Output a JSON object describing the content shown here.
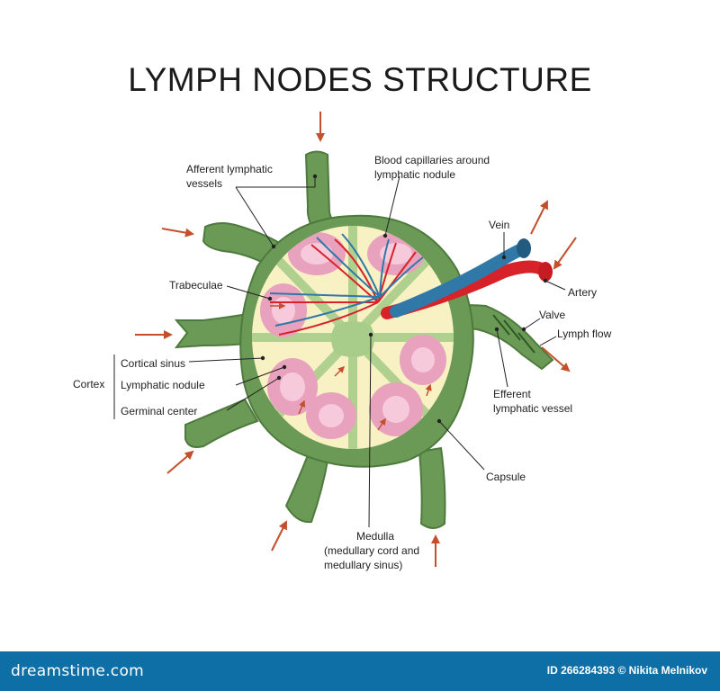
{
  "title": "LYMPH NODES STRUCTURE",
  "labels": {
    "afferent": [
      "Afferent lymphatic",
      "vessels"
    ],
    "capillaries": [
      "Blood capillaries around",
      "lymphatic nodule"
    ],
    "vein": "Vein",
    "artery": "Artery",
    "valve": "Valve",
    "lymph_flow": "Lymph flow",
    "trabeculae": "Trabeculae",
    "cortex": "Cortex",
    "cortical_sinus": "Cortical sinus",
    "lymphatic_nodule": "Lymphatic nodule",
    "germinal_center": "Germinal center",
    "efferent": [
      "Efferent",
      "lymphatic vessel"
    ],
    "capsule": "Capsule",
    "medulla": [
      "Medulla",
      "(medullary cord and",
      "medullary sinus)"
    ]
  },
  "footer": {
    "brand": "dreamstime.com",
    "credit": "ID 266284393 © Nikita Melnikov"
  },
  "colors": {
    "capsule": "#6a9a55",
    "capsule_dark": "#4e7a3d",
    "cortex": "#f7f1c4",
    "nodule": "#e9a2bd",
    "germinal": "#f6cadb",
    "trabecula": "#a8cc8a",
    "artery": "#d8222a",
    "vein": "#2f78a8",
    "arrow": "#c3502b",
    "footer": "#0e6fa6"
  }
}
